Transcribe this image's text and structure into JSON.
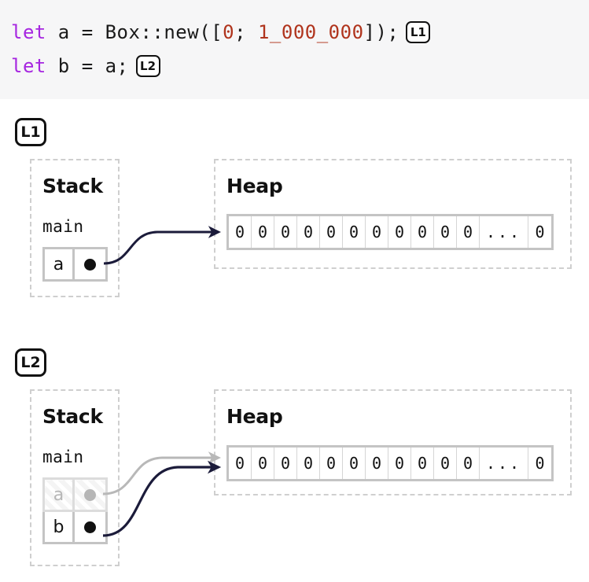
{
  "code": {
    "line1": {
      "keyword": "let",
      "mid": " a = Box::new([",
      "zero": "0",
      "sep": "; ",
      "count": "1_000_000",
      "tail": "]);",
      "badge": "L1"
    },
    "line2": {
      "keyword": "let",
      "mid": " b = a;",
      "badge": "L2"
    }
  },
  "steps": [
    {
      "badge": "L1",
      "stack": {
        "title": "Stack",
        "frame": "main",
        "rows": [
          {
            "name": "a",
            "value": "pointer-dot",
            "moved": false
          }
        ]
      },
      "heap": {
        "title": "Heap",
        "cells": [
          "0",
          "0",
          "0",
          "0",
          "0",
          "0",
          "0",
          "0",
          "0",
          "0",
          "0",
          "...",
          "0"
        ]
      },
      "arrows": [
        {
          "from": "a",
          "to": "heap",
          "style": "active",
          "color": "#1b1b3a"
        }
      ]
    },
    {
      "badge": "L2",
      "stack": {
        "title": "Stack",
        "frame": "main",
        "rows": [
          {
            "name": "a",
            "value": "pointer-dot",
            "moved": true
          },
          {
            "name": "b",
            "value": "pointer-dot",
            "moved": false
          }
        ]
      },
      "heap": {
        "title": "Heap",
        "cells": [
          "0",
          "0",
          "0",
          "0",
          "0",
          "0",
          "0",
          "0",
          "0",
          "0",
          "0",
          "...",
          "0"
        ]
      },
      "arrows": [
        {
          "from": "a",
          "to": "heap",
          "style": "moved",
          "color": "#b8b8b8"
        },
        {
          "from": "b",
          "to": "heap",
          "style": "active",
          "color": "#1b1b3a"
        }
      ]
    }
  ],
  "colors": {
    "code_background": "#f6f6f7",
    "keyword": "#a626e0",
    "number": "#b0341d",
    "arrow_active": "#1b1b3a",
    "arrow_moved": "#b8b8b8",
    "dashed_border": "#cfcfcf",
    "cell_border": "#c4c4c4",
    "moved_text": "#b6b6b6"
  }
}
